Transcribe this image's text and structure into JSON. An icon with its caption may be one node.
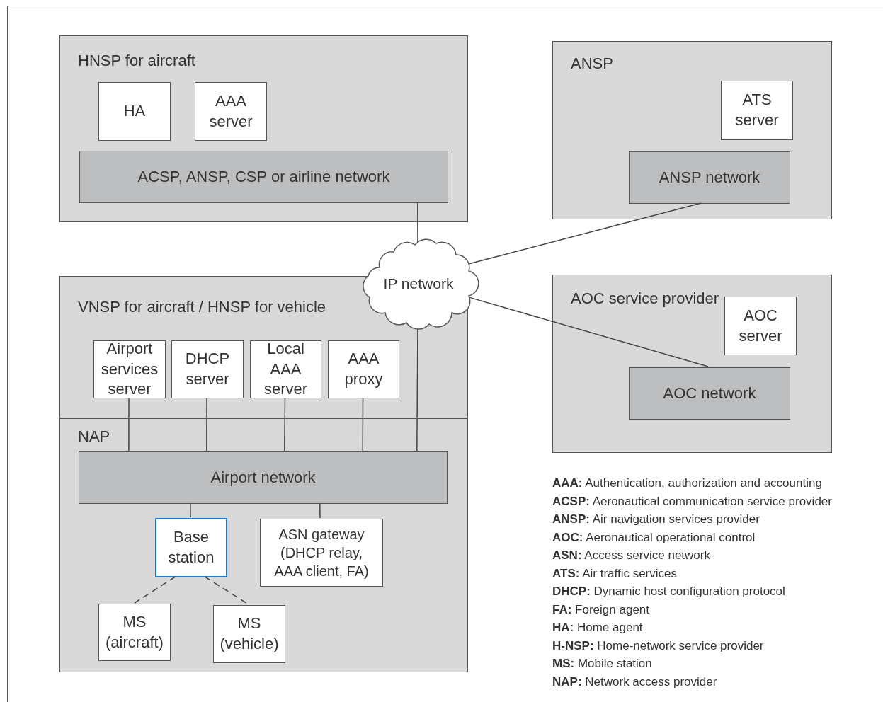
{
  "diagram": {
    "nodes": [
      {
        "text": [
          "HNSP for aircraft"
        ]
      },
      {
        "text": [
          "HA"
        ],
        "in": 0
      },
      {
        "text": [
          "AAA server"
        ],
        "in": 0
      },
      {
        "text": [
          "ACSP, ANSP, CSP or airline network"
        ],
        "in": 0
      },
      {
        "text": [
          "ANSP"
        ]
      },
      {
        "text": [
          "ATS server"
        ],
        "in": 4
      },
      {
        "text": [
          "ANSP network"
        ],
        "in": 4
      },
      {
        "text": [
          "IP network"
        ]
      },
      {
        "text": [
          "VNSP for aircraft / HNSP for vehicle"
        ]
      },
      {
        "text": [
          "Airport services server"
        ],
        "in": 8
      },
      {
        "text": [
          "DHCP server"
        ],
        "in": 8
      },
      {
        "text": [
          "Local AAA server"
        ],
        "in": 8
      },
      {
        "text": [
          "AAA proxy"
        ],
        "in": 8
      },
      {
        "text": [
          "AOC service provider"
        ]
      },
      {
        "text": [
          "AOC server"
        ],
        "in": 13
      },
      {
        "text": [
          "AOC network"
        ],
        "in": 13
      },
      {
        "text": [
          "NAP"
        ]
      },
      {
        "text": [
          "Airport network"
        ],
        "in": 16
      },
      {
        "text": [
          "Base station"
        ],
        "in": 16
      },
      {
        "text": [
          "ASN gateway (DHCP relay, AAA client, FA)"
        ],
        "in": 16
      },
      {
        "text": [
          "MS (aircraft)"
        ],
        "in": 16
      },
      {
        "text": [
          "MS (vehicle)"
        ],
        "in": 16
      }
    ],
    "edges": [
      {
        "from": 3,
        "to": 7,
        "arrow": "none"
      },
      {
        "from": 6,
        "to": 7,
        "arrow": "none"
      },
      {
        "from": 7,
        "to": 15,
        "arrow": "none"
      },
      {
        "from": 9,
        "to": 17,
        "arrow": "none"
      },
      {
        "from": 10,
        "to": 17,
        "arrow": "none"
      },
      {
        "from": 11,
        "to": 17,
        "arrow": "none"
      },
      {
        "from": 12,
        "to": 17,
        "arrow": "none"
      },
      {
        "from": 7,
        "to": 17,
        "arrow": "none"
      },
      {
        "from": 17,
        "to": 18,
        "arrow": "none"
      },
      {
        "from": 17,
        "to": 19,
        "arrow": "none"
      },
      {
        "from": 18,
        "to": 20,
        "arrow": "none",
        "style": "dashed"
      },
      {
        "from": 18,
        "to": 21,
        "arrow": "none",
        "style": "dashed"
      }
    ],
    "labels": [
      "**AAA:** Authentication, authorization and accounting",
      "**ACSP:** Aeronautical communication service provider",
      "**ANSP:** Air navigation services provider",
      "**AOC:** Aeronautical operational control",
      "**ASN:** Access service network",
      "**ATS:** Air traffic services",
      "**DHCP:** Dynamic host configuration protocol",
      "**FA:** Foreign agent",
      "**HA:** Home agent",
      "**H-NSP:** Home-network service provider",
      "**MS:** Mobile station",
      "**NAP:** Network access provider"
    ]
  }
}
